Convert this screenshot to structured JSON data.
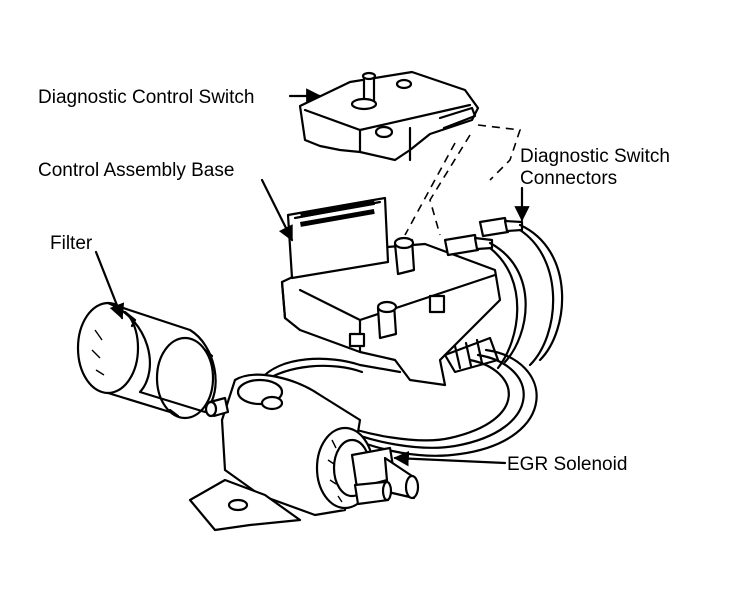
{
  "labels": {
    "diagnostic_control_switch": "Diagnostic Control Switch",
    "control_assembly_base": "Control Assembly Base",
    "diagnostic_switch_connectors_line1": "Diagnostic Switch",
    "diagnostic_switch_connectors_line2": "Connectors",
    "filter": "Filter",
    "egr_solenoid": "EGR Solenoid"
  }
}
